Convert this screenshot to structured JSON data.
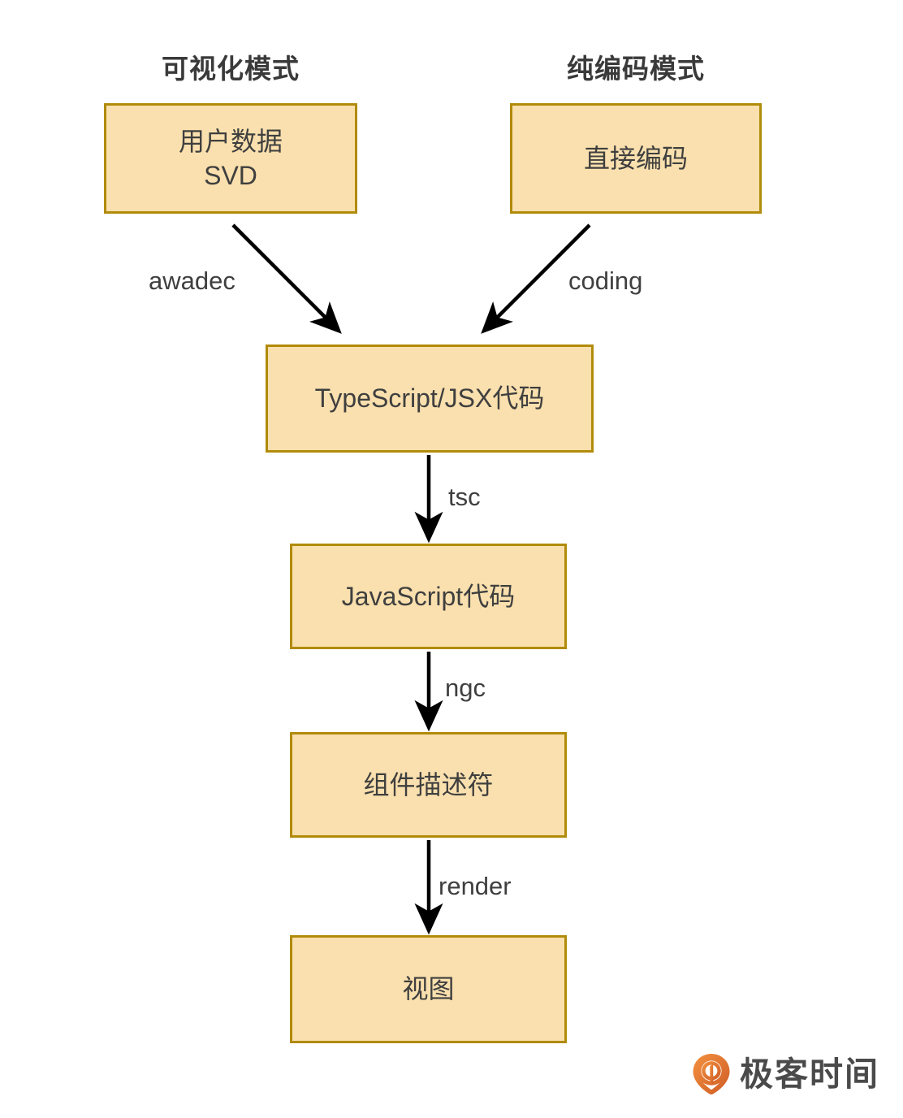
{
  "columns": {
    "left_heading": "可视化模式",
    "right_heading": "纯编码模式"
  },
  "nodes": {
    "user_data_line1": "用户数据",
    "user_data_line2": "SVD",
    "direct_code": "直接编码",
    "ts_jsx": "TypeScript/JSX代码",
    "js_code": "JavaScript代码",
    "descriptor": "组件描述符",
    "view": "视图"
  },
  "edges": {
    "awadec": "awadec",
    "coding": "coding",
    "tsc": "tsc",
    "ngc": "ngc",
    "render": "render"
  },
  "brand": {
    "name": "极客时间",
    "icon": "geektime-pin-icon"
  },
  "colors": {
    "box_fill": "#fae0ae",
    "box_border": "#b18b0a",
    "text": "#3f3f3f",
    "heading": "#3a3a3a",
    "arrow": "#000000",
    "brand_orange_light": "#f0863c",
    "brand_orange_dark": "#d2622a",
    "background": "#ffffff"
  }
}
